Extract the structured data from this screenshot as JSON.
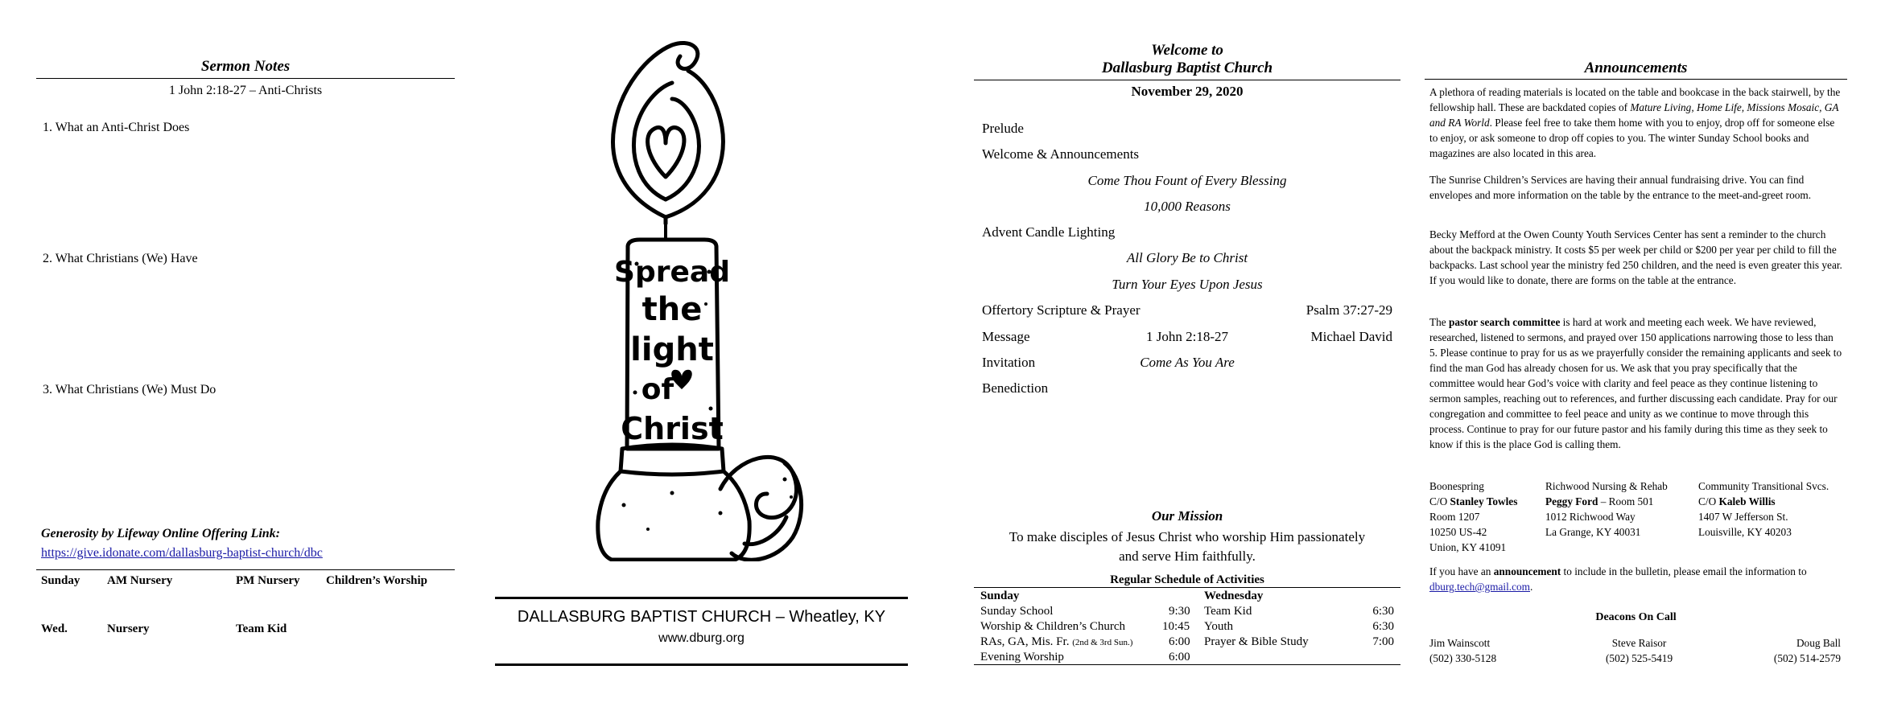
{
  "sermon_notes": {
    "title": "Sermon Notes",
    "passage": "1 John 2:18-27 – Anti-Christs",
    "points": [
      "1.  What an Anti-Christ Does",
      "2.  What Christians (We) Have",
      "3.  What Christians (We) Must Do"
    ],
    "giving_label": "Generosity by Lifeway Online Offering Link:",
    "giving_link": "https://give.idonate.com/dallasburg-baptist-church/dbc",
    "schedule": {
      "sunday": "Sunday",
      "am_nursery": "AM Nursery",
      "pm_nursery": "PM Nursery",
      "childrens_worship": "Children’s  Worship",
      "wed": "Wed.",
      "nursery": "Nursery",
      "team_kid": "Team Kid"
    }
  },
  "cover": {
    "candle_text": [
      "Spread",
      "the",
      "light",
      "of",
      "Christ"
    ],
    "church_name": "DALLASBURG BAPTIST CHURCH – Wheatley, KY",
    "website": "www.dburg.org"
  },
  "order_of_service": {
    "welcome_line1": "Welcome to",
    "welcome_line2": "Dallasburg Baptist Church",
    "date": "November 29, 2020",
    "prelude": "Prelude",
    "welcome_announcements": "Welcome & Announcements",
    "song1": "Come Thou Fount of Every Blessing",
    "song2": "10,000 Reasons",
    "advent": "Advent Candle Lighting",
    "song3": "All Glory Be to Christ",
    "song4": "Turn Your Eyes Upon Jesus",
    "offertory": "Offertory Scripture & Prayer",
    "offertory_ref": "Psalm 37:27-29",
    "message": "Message",
    "message_ref": "1 John 2:18-27",
    "message_speaker": "Michael David",
    "invitation": "Invitation",
    "invitation_song": "Come As You Are",
    "benediction": "Benediction"
  },
  "mission": {
    "title": "Our Mission",
    "line1": "To make disciples of Jesus Christ who worship Him passionately",
    "line2": "and serve Him faithfully."
  },
  "regular_schedule": {
    "title": "Regular Schedule of Activities",
    "sunday_label": "Sunday",
    "wednesday_label": "Wednesday",
    "sunday": [
      {
        "name": "Sunday School",
        "time": "9:30"
      },
      {
        "name": "Worship & Children’s Church",
        "time": "10:45"
      },
      {
        "name": "RAs, GA, Mis. Fr.",
        "note": "(2nd & 3rd Sun.)",
        "time": "6:00"
      },
      {
        "name": "Evening Worship",
        "time": "6:00"
      }
    ],
    "wednesday": [
      {
        "name": "Team Kid",
        "time": "6:30"
      },
      {
        "name": "Youth",
        "time": "6:30"
      },
      {
        "name": "Prayer & Bible Study",
        "time": "7:00"
      }
    ]
  },
  "announcements": {
    "title": "Announcements",
    "p1_a": "A plethora of reading materials is located on the table and bookcase in the back stairwell, by the fellowship hall.  These are backdated copies of ",
    "p1_italic": "Mature Living, Home Life, Missions Mosaic, GA and RA World",
    "p1_b": ".  Please feel free to take them home with you to enjoy, drop off for someone else to enjoy, or ask someone to drop off copies to you.  The winter Sunday School books and magazines are also located in this area.",
    "p2": "The Sunrise Children’s Services are having their annual fundraising drive.  You can find envelopes and more information on the table by the entrance to the meet-and-greet room.",
    "p3": "Becky Mefford at the Owen County Youth Services Center has sent a reminder to the church about the backpack ministry.  It costs $5 per week per child or $200 per year per child to fill the backpacks.  Last school year the ministry fed 250 children, and the need is even greater this year.  If you would like to donate, there are forms on the table at the entrance.",
    "p4_a": "The ",
    "p4_bold": "pastor search committee",
    "p4_b": " is hard at work and meeting each week.  We have reviewed, researched, listened to sermons, and prayed over 150 applications narrowing those to less than 5.  Please continue to pray for us as we prayerfully consider the remaining applicants and seek to find the man God has already chosen for us.  We ask that you pray specifically that the committee would hear God’s voice with clarity and feel peace as they continue listening to sermon samples, reaching out to references, and further discussing each candidate.  Pray for our congregation and committee to feel peace and unity as we continue to move through this process.  Continue to pray for our future pastor and his family during this time as they seek to know if this is the place God is calling them.",
    "addresses": [
      {
        "line1": "Boonespring",
        "co": "C/O ",
        "name": "Stanley Towles",
        "suffix": "",
        "l3": "Room 1207",
        "l4": "10250 US-42",
        "l5": "Union, KY  41091"
      },
      {
        "line1": "Richwood Nursing & Rehab",
        "co": "",
        "name": "Peggy Ford",
        "suffix": " – Room 501",
        "l3": "1012 Richwood Way",
        "l4": "La Grange, KY  40031",
        "l5": ""
      },
      {
        "line1": "Community Transitional Svcs.",
        "co": "C/O ",
        "name": "Kaleb Willis",
        "suffix": "",
        "l3": "1407 W Jefferson St.",
        "l4": "Louisville, KY  40203",
        "l5": ""
      }
    ],
    "submit_a": "If you have an ",
    "submit_bold": "announcement",
    "submit_b": " to include in the bulletin, please email the information to ",
    "submit_email": "dburg.tech@gmail.com",
    "submit_c": ".",
    "deacons_title": "Deacons On Call",
    "deacons": [
      {
        "name": "Jim Wainscott",
        "phone": "(502) 330-5128"
      },
      {
        "name": "Steve Raisor",
        "phone": "(502) 525-5419"
      },
      {
        "name": "Doug Ball",
        "phone": "(502) 514-2579"
      }
    ]
  }
}
